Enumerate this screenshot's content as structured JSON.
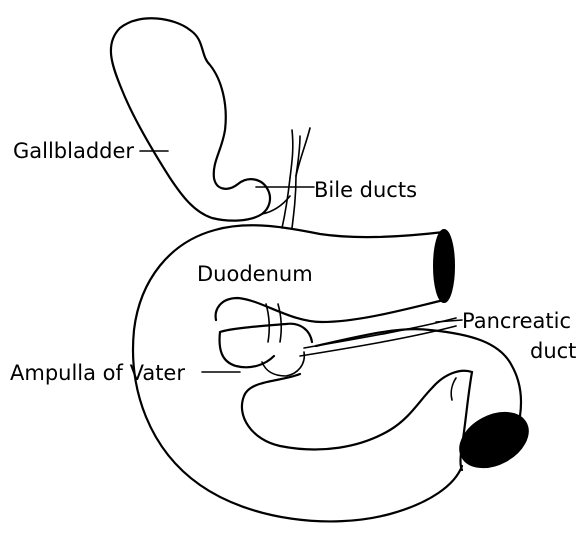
{
  "labels": {
    "gallbladder": "Gallbladder",
    "bile_ducts": "Bile ducts",
    "duodenum": "Duodenum",
    "pancreatic_duct_line1": "Pancreatic",
    "pancreatic_duct_line2": "duct",
    "ampulla": "Ampulla of Vater"
  },
  "colors": {
    "ink": "#000000",
    "background": "#ffffff"
  }
}
